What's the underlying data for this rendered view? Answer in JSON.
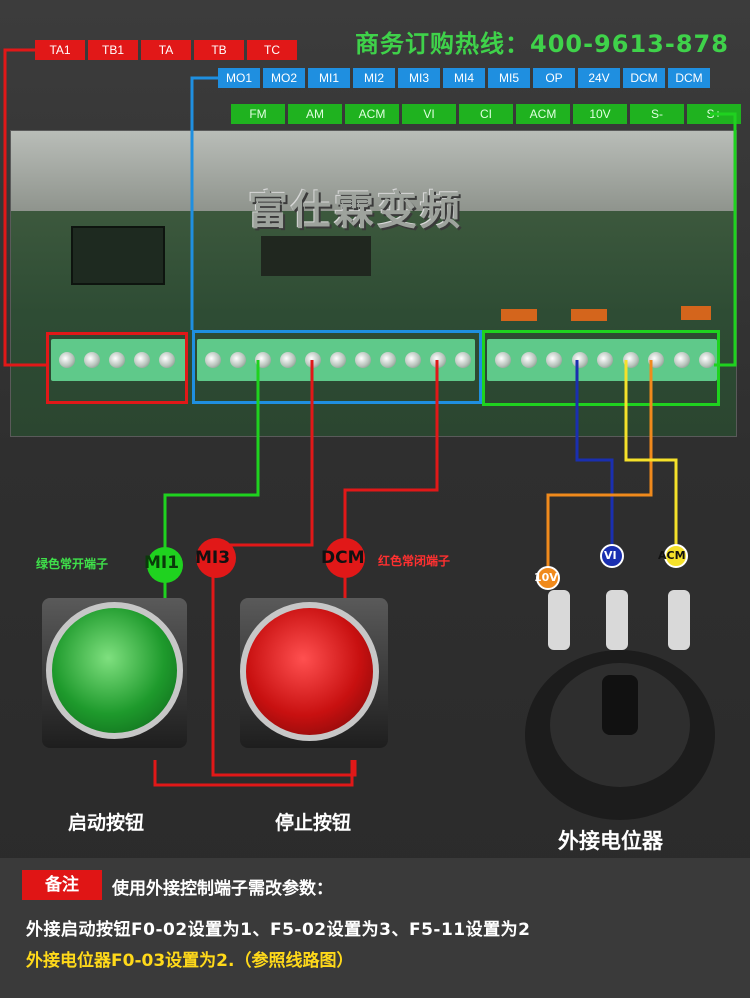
{
  "hotline": "商务订购热线：400-9613-878",
  "labels": {
    "relay": [
      "TA1",
      "TB1",
      "TA",
      "TB",
      "TC"
    ],
    "digital": [
      "MO1",
      "MO2",
      "MI1",
      "MI2",
      "MI3",
      "MI4",
      "MI5",
      "OP",
      "24V",
      "DCM",
      "DCM"
    ],
    "analog": [
      "FM",
      "AM",
      "ACM",
      "VI",
      "CI",
      "ACM",
      "10V",
      "S-",
      "S+"
    ]
  },
  "board_title": "富仕霖变频",
  "tags": {
    "mi1": "MI1",
    "mi3": "MI3",
    "dcm": "DCM",
    "green_note": "绿色常开端子",
    "red_note": "红色常闭端子",
    "pot_10v": "10V",
    "pot_vi": "VI",
    "pot_acm": "ACM"
  },
  "captions": {
    "start": "启动按钮",
    "stop": "停止按钮",
    "pot": "外接电位器"
  },
  "note": {
    "badge": "备注",
    "title": "使用外接控制端子需改参数：",
    "line1": "外接启动按钮F0-02设置为1、F5-02设置为3、F5-11设置为2",
    "line2": "外接电位器F0-03设置为2.（参照线路图）"
  },
  "colors": {
    "red": "#e11818",
    "blue": "#1f8fe0",
    "green": "#1fb21f",
    "yellow": "#f5e12a",
    "orange": "#f08a1c",
    "navy": "#1a2fb0"
  }
}
